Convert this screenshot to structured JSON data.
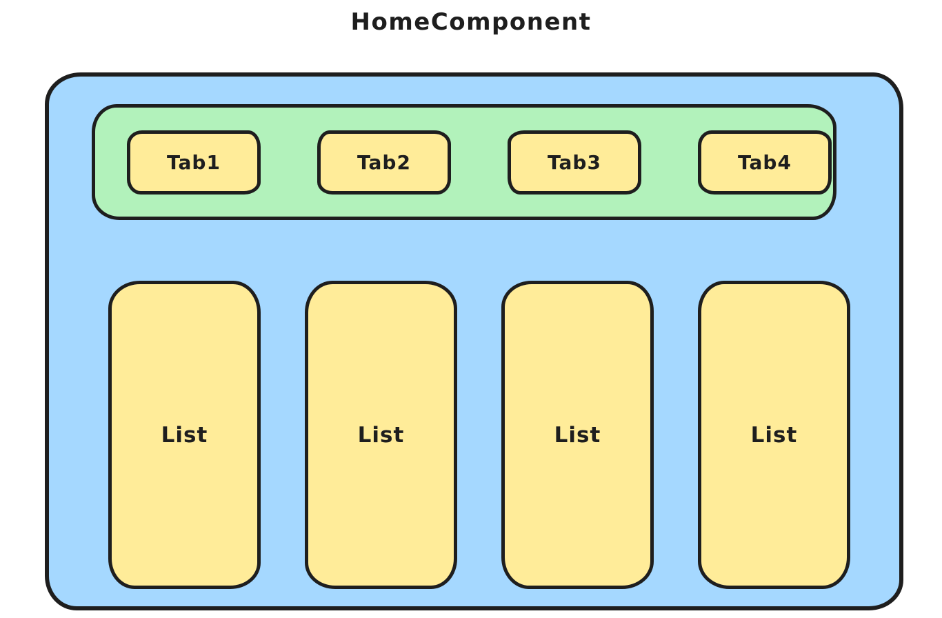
{
  "title": "HomeComponent",
  "tabbar": {
    "tabs": [
      "Tab1",
      "Tab2",
      "Tab3",
      "Tab4"
    ]
  },
  "lists": [
    "List",
    "List",
    "List",
    "List"
  ],
  "colors": {
    "canvas_bg": "#ffffff",
    "container_fill": "#a5d8ff",
    "tabbar_fill": "#b2f2bb",
    "box_fill": "#ffec99",
    "stroke": "#1e1e1e"
  }
}
